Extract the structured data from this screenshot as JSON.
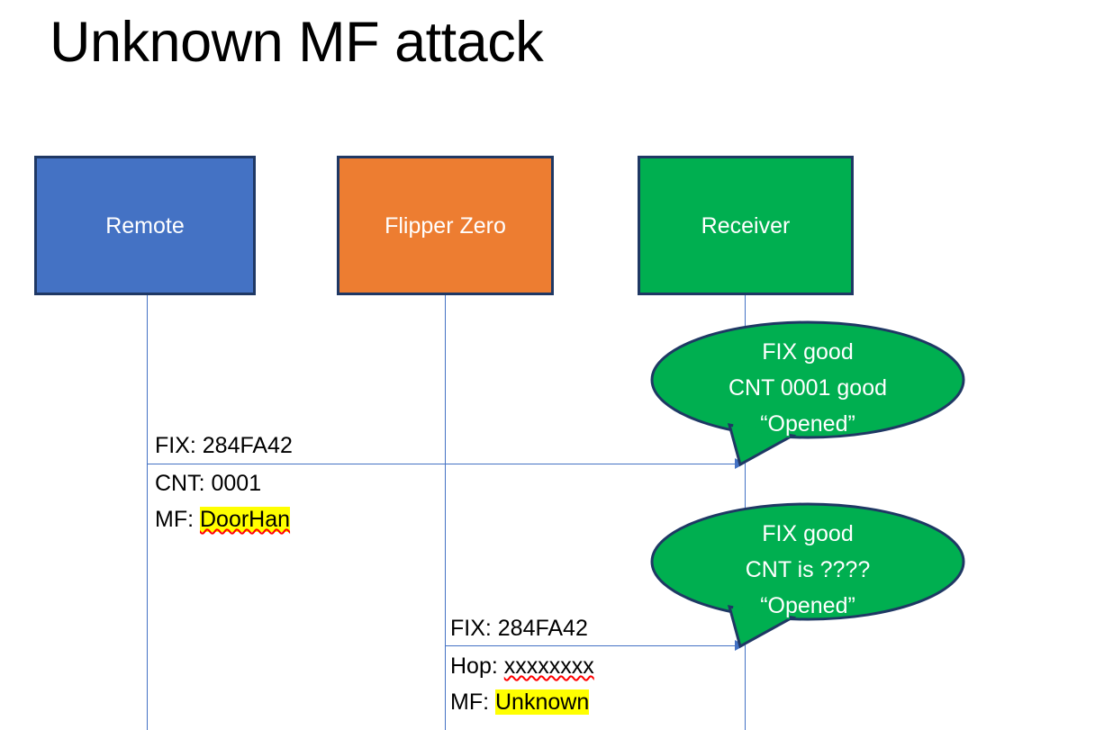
{
  "slide": {
    "title": "Unknown MF attack",
    "background": "#FFFFFF"
  },
  "colors": {
    "remote_fill": "#4472C4",
    "flipper_fill": "#ED7D31",
    "receiver_fill": "#00AF50",
    "box_border": "#1F3864",
    "line": "#4472C4",
    "callout_fill": "#00AF50",
    "callout_border": "#1F3864",
    "highlight": "#FFFF00",
    "spellcheck_underline": "#FF0000",
    "text_dark": "#000000",
    "text_light": "#FFFFFF"
  },
  "actors": [
    {
      "id": "remote",
      "label": "Remote"
    },
    {
      "id": "flipper",
      "label": "Flipper Zero"
    },
    {
      "id": "receiver",
      "label": "Receiver"
    }
  ],
  "messages": [
    {
      "id": "msg-1",
      "from": "remote",
      "to": "receiver",
      "lines": [
        {
          "text": "FIX: 284FA42",
          "highlight": false,
          "spellcheck": false
        },
        {
          "text": "CNT: 0001",
          "highlight": false,
          "spellcheck": false
        }
      ],
      "mf_prefix": "MF: ",
      "mf_value": "DoorHan",
      "mf_highlighted": true,
      "mf_spellchecked": true
    },
    {
      "id": "msg-2",
      "from": "flipper",
      "to": "receiver",
      "lines": [
        {
          "text": "FIX: 284FA42",
          "highlight": false,
          "spellcheck": false
        }
      ],
      "hop_prefix": "Hop: ",
      "hop_value": "xxxxxxxx",
      "hop_spellchecked": true,
      "mf_prefix": "MF: ",
      "mf_value": "Unknown",
      "mf_highlighted": true,
      "mf_spellchecked": false
    }
  ],
  "callouts": [
    {
      "id": "callout-1",
      "anchor": "receiver",
      "lines": [
        "FIX good",
        "CNT 0001 good",
        "“Opened”"
      ]
    },
    {
      "id": "callout-2",
      "anchor": "receiver",
      "lines": [
        "FIX good",
        "CNT is ????",
        "“Opened”"
      ]
    }
  ]
}
